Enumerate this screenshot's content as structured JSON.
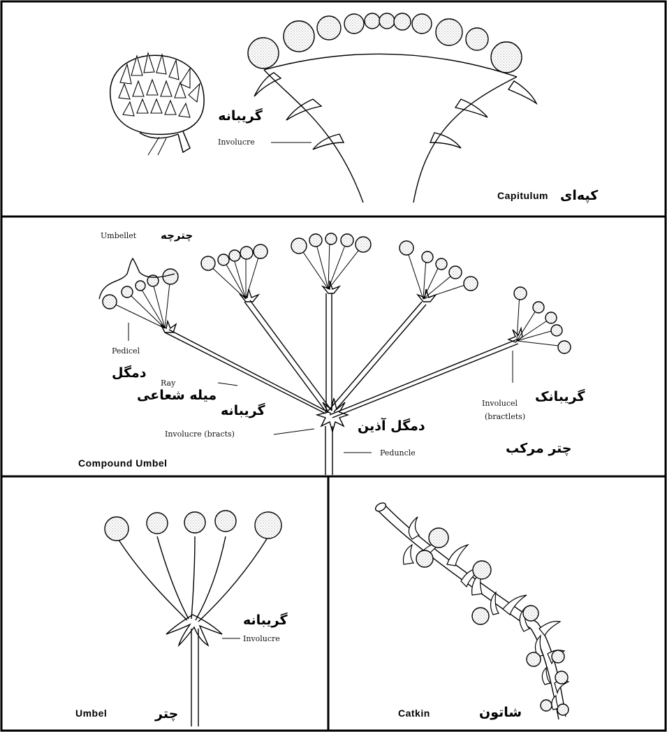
{
  "panels": {
    "capitulum": {
      "title_fa": "کپه‌ای",
      "title_en": "Capitulum",
      "involucre_fa": "گریبانه",
      "involucre_en": "Involucre"
    },
    "compound_umbel": {
      "title_en": "Compound Umbel",
      "title_fa": "چتر مرکب",
      "umbellet_en": "Umbellet",
      "umbellet_fa": "چترچه",
      "pedicel_en": "Pedicel",
      "pedicel_fa": "دمگل",
      "ray_en": "Ray",
      "ray_fa": "میله شعاعی",
      "involucre_fa": "گریبانه",
      "involucre_en": "Involucre (bracts)",
      "peduncle_fa": "دمگل آذین",
      "peduncle_en": "Peduncle",
      "involucel_fa": "گریبانک",
      "involucel_en": "Involucel",
      "involucel_en_note": "(bractlets)"
    },
    "umbel": {
      "title_en": "Umbel",
      "title_fa": "چتر",
      "involucre_fa": "گریبانه",
      "involucre_en": "Involucre"
    },
    "catkin": {
      "title_en": "Catkin",
      "title_fa": "شاتون"
    }
  }
}
